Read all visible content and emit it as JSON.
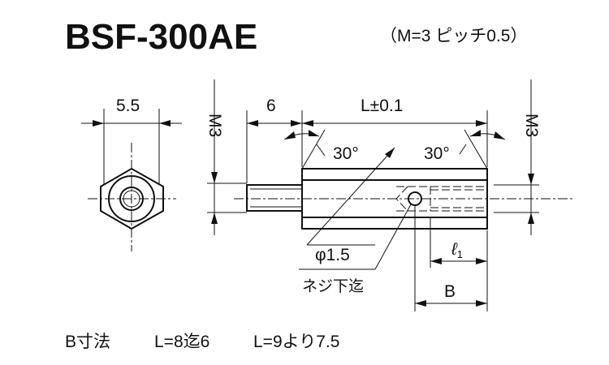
{
  "title": "BSF-300AE",
  "subtitle": "（M=3 ピッチ0.5）",
  "labels": {
    "width_hex": "5.5",
    "thread_left": "M3",
    "thread_right": "M3",
    "stud_length": "6",
    "length": "L±0.1",
    "chamfer_left": "30°",
    "chamfer_right": "30°",
    "hole_diameter": "φ1.5",
    "thread_to": "ネジ下迄",
    "l1": "ℓ",
    "l1_sub": "1",
    "b": "B"
  },
  "footer": {
    "b_dims": "B寸法",
    "rule1": "L=8迄6",
    "rule2": "L=9より7.5"
  }
}
